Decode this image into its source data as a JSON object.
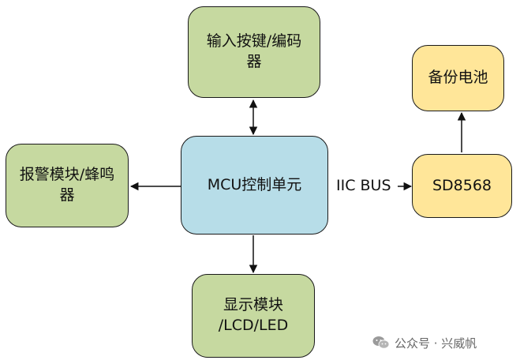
{
  "nodes": {
    "input": "输入按键/编码器",
    "alarm": "报警模块/蜂鸣器",
    "mcu": "MCU控制单元",
    "display": "显示模块\n/LCD/LED",
    "backup": "备份电池",
    "sd8568": "SD8568"
  },
  "edge_label": "IIC BUS",
  "watermark": "公众号 · 兴威帆",
  "icons": {
    "watermark": "wechat-icon"
  },
  "colors": {
    "green": "#c6d9a0",
    "blue": "#b7dde8",
    "yellow": "#ffe699"
  }
}
